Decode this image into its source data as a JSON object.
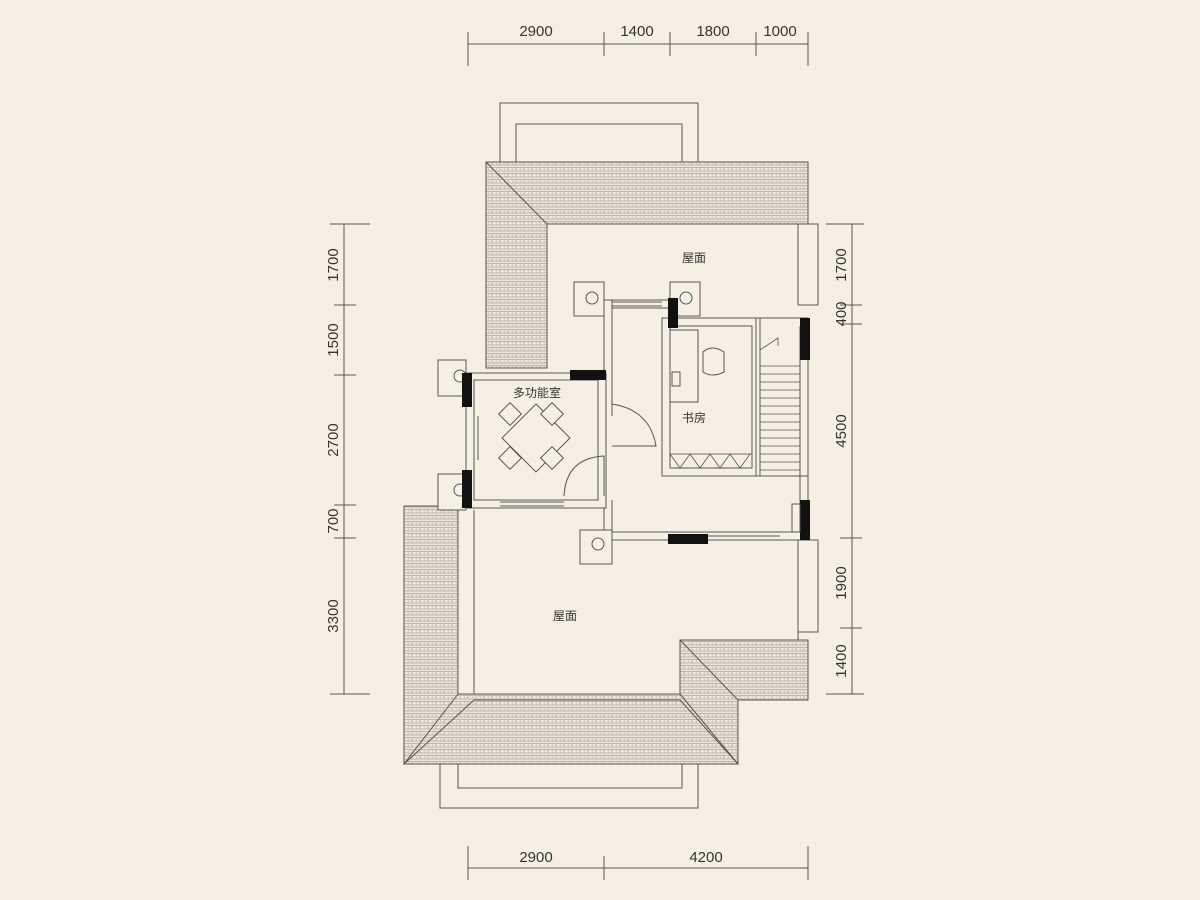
{
  "colors": {
    "background": "#f6f0e4",
    "line": "#555555",
    "wall": "#111111",
    "roof_tile": "#e8e0d4"
  },
  "dimensions": {
    "top": [
      "2900",
      "1400",
      "1800",
      "1000"
    ],
    "bottom": [
      "2900",
      "4200"
    ],
    "left": [
      "1700",
      "1500",
      "2700",
      "700",
      "3300"
    ],
    "right": [
      "1700",
      "400",
      "4500",
      "1900",
      "1400"
    ]
  },
  "rooms": {
    "roof_top": "屋面",
    "roof_bottom": "屋面",
    "multifunction": "多功能室",
    "study": "书房"
  }
}
